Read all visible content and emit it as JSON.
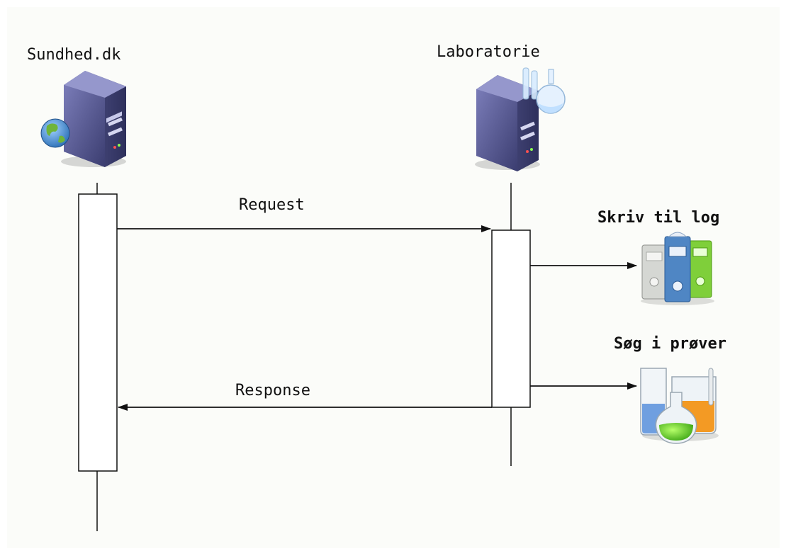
{
  "participants": {
    "left": {
      "label": "Sundhed.dk",
      "icon": "web-server-icon"
    },
    "right": {
      "label": "Laboratorie",
      "icon": "lab-server-icon"
    }
  },
  "messages": {
    "request": "Request",
    "response": "Response"
  },
  "actions": {
    "log": {
      "label": "Skriv til log",
      "icon": "binders-icon"
    },
    "search": {
      "label": "Søg i prøver",
      "icon": "lab-glassware-icon"
    }
  },
  "colors": {
    "background": "#fbfcf9",
    "server_body": "#4d4f8a",
    "line": "#111111"
  }
}
